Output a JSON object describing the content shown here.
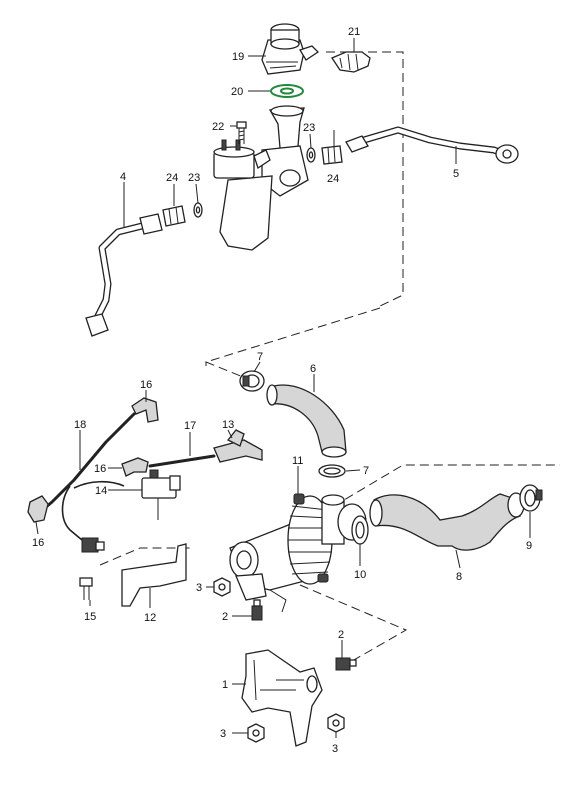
{
  "callouts": [
    {
      "id": "c21",
      "text": "21"
    },
    {
      "id": "c19",
      "text": "19"
    },
    {
      "id": "c20",
      "text": "20"
    },
    {
      "id": "c22",
      "text": "22"
    },
    {
      "id": "c23a",
      "text": "23"
    },
    {
      "id": "c23b",
      "text": "23"
    },
    {
      "id": "c24a",
      "text": "24"
    },
    {
      "id": "c24b",
      "text": "24"
    },
    {
      "id": "c4",
      "text": "4"
    },
    {
      "id": "c5",
      "text": "5"
    },
    {
      "id": "c7a",
      "text": "7"
    },
    {
      "id": "c6",
      "text": "6"
    },
    {
      "id": "c16a",
      "text": "16"
    },
    {
      "id": "c18",
      "text": "18"
    },
    {
      "id": "c17",
      "text": "17"
    },
    {
      "id": "c13",
      "text": "13"
    },
    {
      "id": "c16b",
      "text": "16"
    },
    {
      "id": "c14",
      "text": "14"
    },
    {
      "id": "c16c",
      "text": "16"
    },
    {
      "id": "c11",
      "text": "11"
    },
    {
      "id": "c7b",
      "text": "7"
    },
    {
      "id": "c9",
      "text": "9"
    },
    {
      "id": "c10",
      "text": "10"
    },
    {
      "id": "c8",
      "text": "8"
    },
    {
      "id": "c3a",
      "text": "3"
    },
    {
      "id": "c15",
      "text": "15"
    },
    {
      "id": "c12",
      "text": "12"
    },
    {
      "id": "c2a",
      "text": "2"
    },
    {
      "id": "c2b",
      "text": "2"
    },
    {
      "id": "c1",
      "text": "1"
    },
    {
      "id": "c3b",
      "text": "3"
    },
    {
      "id": "c3c",
      "text": "3"
    }
  ],
  "colors": {
    "line": "#222222",
    "gasket": "#1f8a3a",
    "hose_fill": "#d6d6d6"
  }
}
